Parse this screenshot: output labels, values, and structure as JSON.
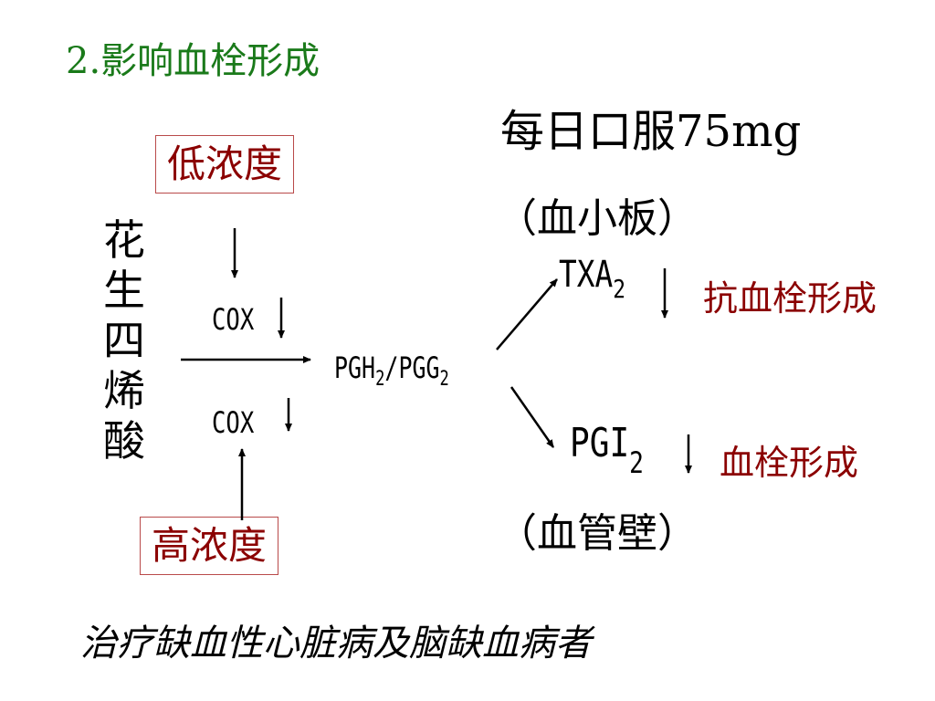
{
  "heading": "2.影响血栓形成",
  "dose": "每日口服75mg",
  "low_concentration": "低浓度",
  "high_concentration": "高浓度",
  "arachidonic_acid_chars": [
    "花",
    "生",
    "四",
    "烯",
    "酸"
  ],
  "cox_top": "COX",
  "cox_bottom": "COX",
  "pgh": {
    "part1": "PGH",
    "sub1": "2",
    "sep": "/PGG",
    "sub2": "2"
  },
  "platelet": "（血小板）",
  "vessel": "（血管壁）",
  "txa": {
    "base": "TXA",
    "sub": "2"
  },
  "pgi": {
    "base": "PGI",
    "sub": "2"
  },
  "effect_txa": "抗血栓形成",
  "effect_pgi": "血栓形成",
  "indication": "治疗缺血性心脏病及脑缺血病者",
  "colors": {
    "heading": "#1a7a1a",
    "effect": "#8b0000",
    "box_border": "#b94a4a"
  }
}
